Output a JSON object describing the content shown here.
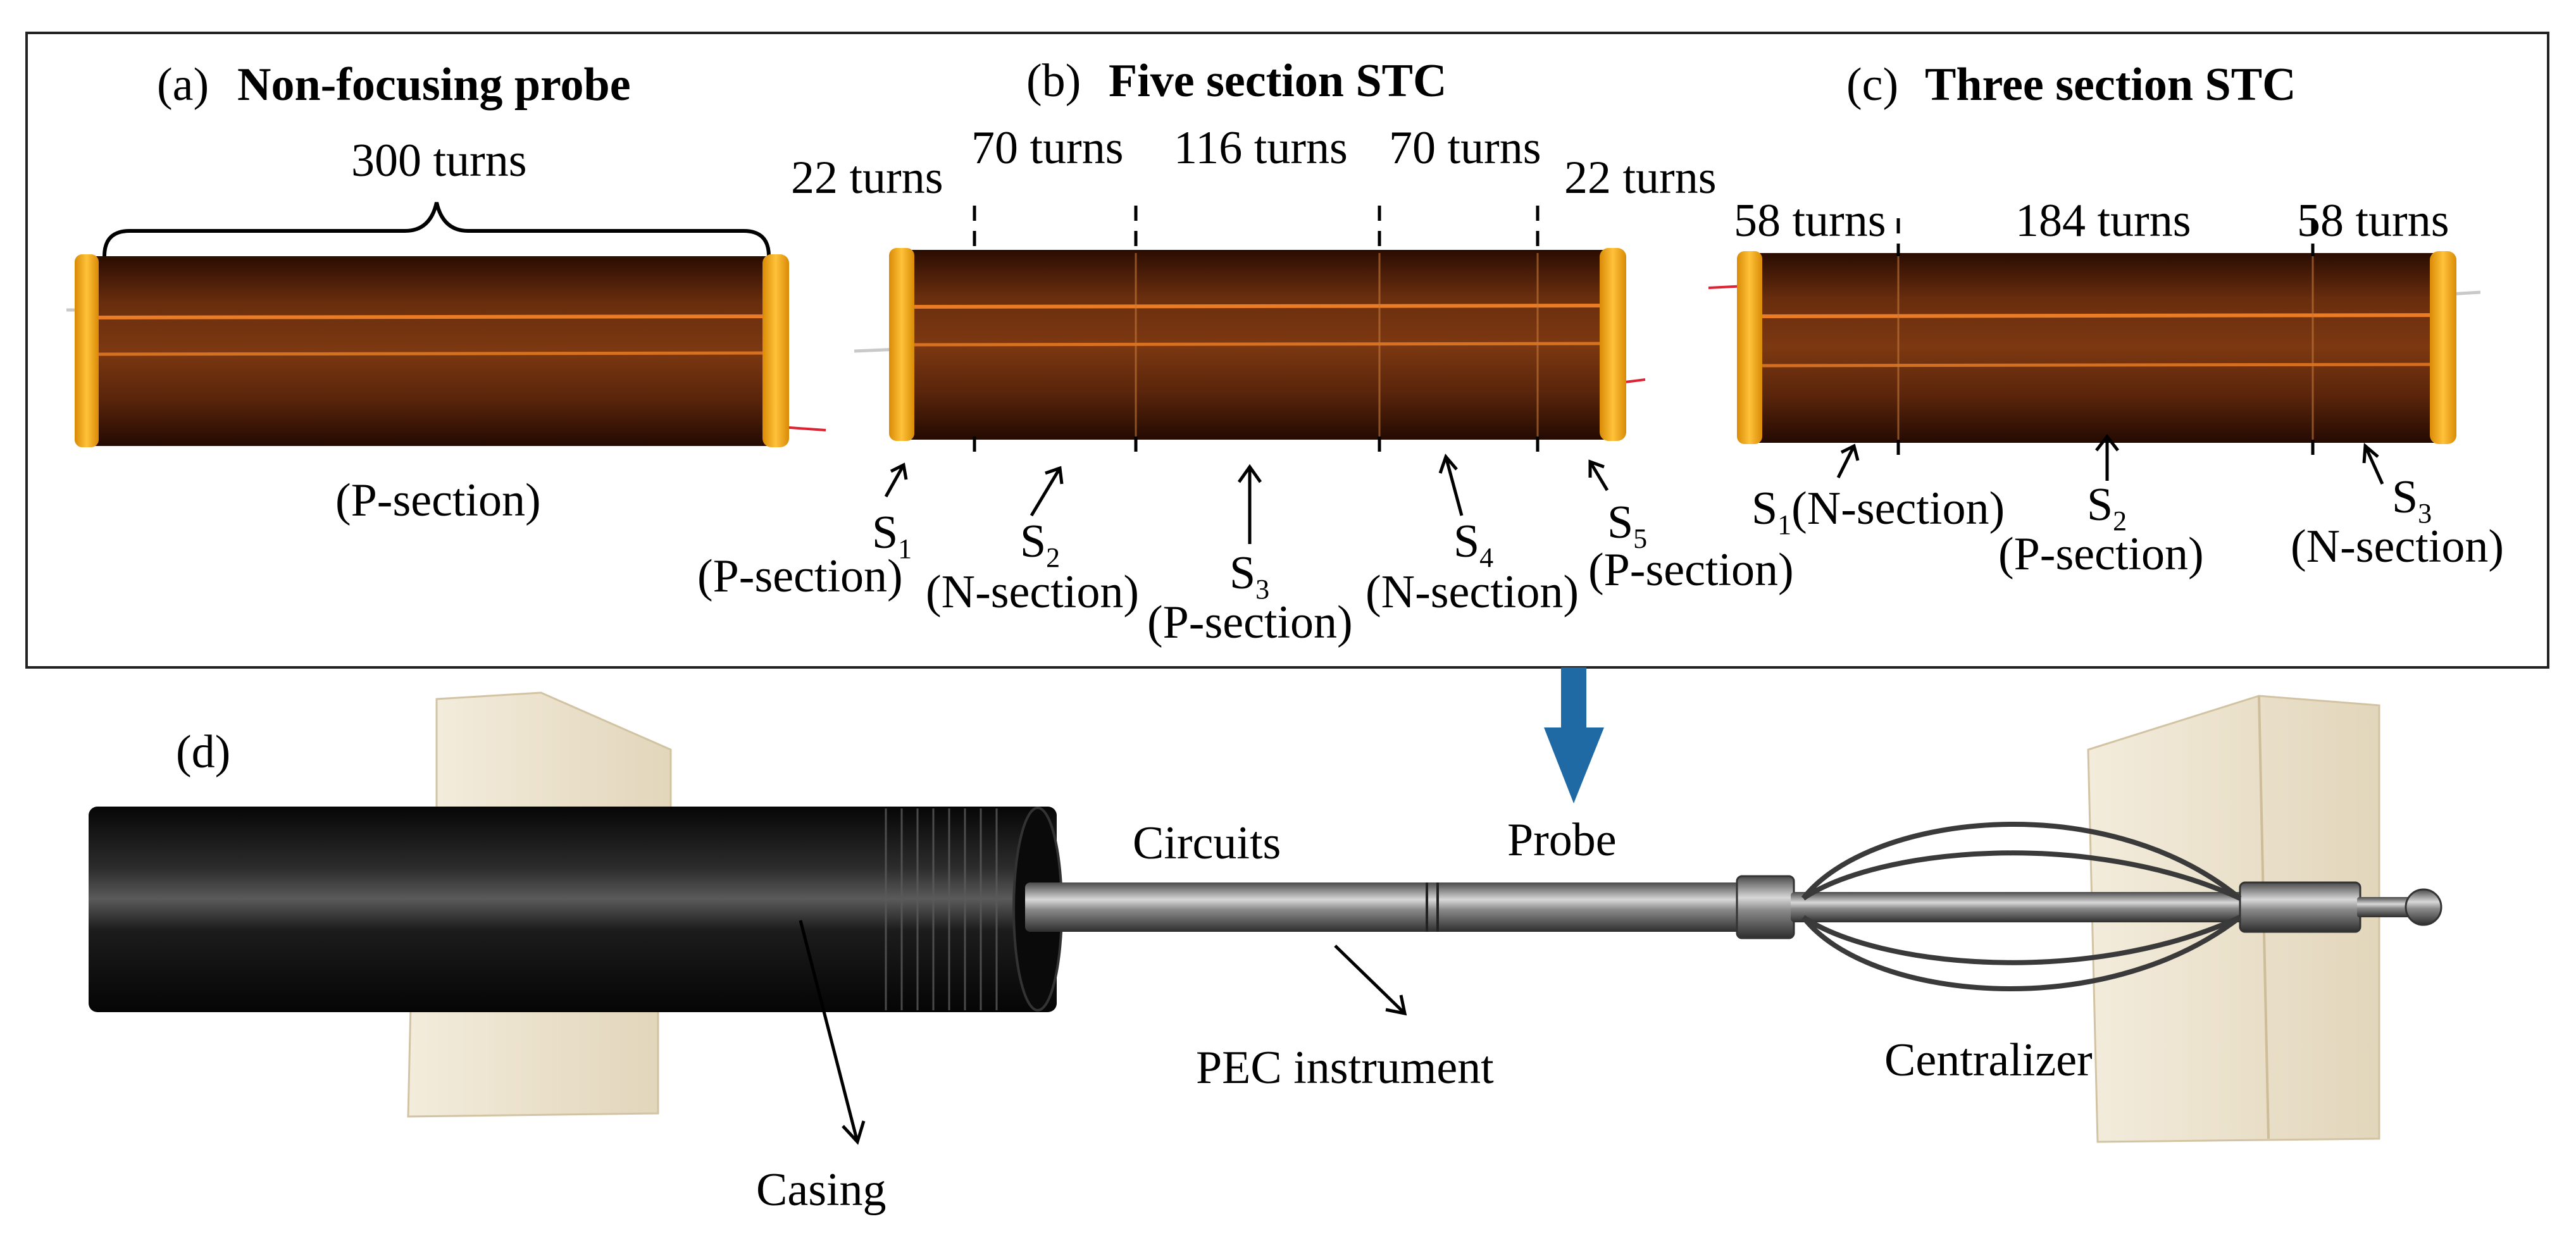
{
  "panels": {
    "a": {
      "tag": "(a)",
      "title": "Non-focusing probe",
      "turns": "300 turns",
      "section": "(P-section)"
    },
    "b": {
      "tag": "(b)",
      "title": "Five section STC",
      "turns": [
        "22 turns",
        "70 turns",
        "116 turns",
        "70 turns",
        "22 turns"
      ],
      "sections": [
        {
          "s": "S",
          "n": "1",
          "type": "(P-section)"
        },
        {
          "s": "S",
          "n": "2",
          "type": "(N-section)"
        },
        {
          "s": "S",
          "n": "3",
          "type": "(P-section)"
        },
        {
          "s": "S",
          "n": "4",
          "type": "(N-section)"
        },
        {
          "s": "S",
          "n": "5",
          "type": "(P-section)"
        }
      ]
    },
    "c": {
      "tag": "(c)",
      "title": "Three section STC",
      "turns": [
        "58 turns",
        "184 turns",
        "58 turns"
      ],
      "sections": [
        {
          "s": "S",
          "n": "1",
          "type": "(N-section)"
        },
        {
          "s": "S",
          "n": "2",
          "type": "(P-section)"
        },
        {
          "s": "S",
          "n": "3",
          "type": "(N-section)"
        }
      ]
    },
    "d": {
      "tag": "(d)",
      "circuits": "Circuits",
      "probe": "Probe",
      "instrument": "PEC instrument",
      "centralizer": "Centralizer",
      "casing": "Casing"
    }
  },
  "colors": {
    "coil": "#6a2e0e",
    "coil_dark": "#2a0c02",
    "coil_highlight": "#ff8a2a",
    "kapton": "#f5a812",
    "arrow_blue": "#1f6aa5",
    "casing": "#141414",
    "rod": "#a8a8a8",
    "wood": "#ece3cf"
  }
}
